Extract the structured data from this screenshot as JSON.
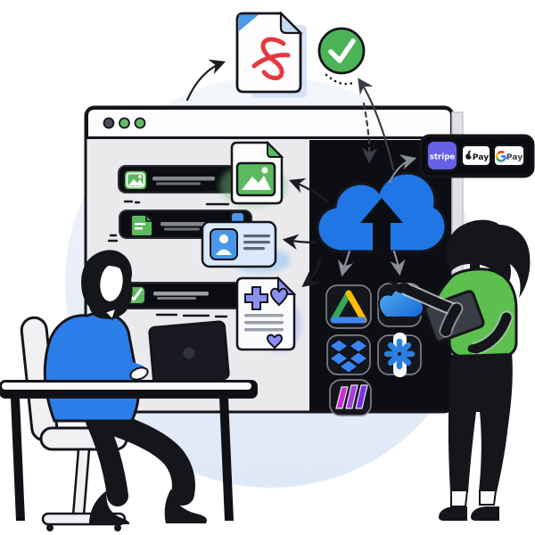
{
  "scene": {
    "background_circle_color": "#e8eef9",
    "window": {
      "traffic_light_colors": [
        "#4a4e59",
        "#64b868",
        "#64b868"
      ],
      "rows": [
        {
          "icon": "image-icon",
          "color": "#5cb95f"
        },
        {
          "icon": "document-icon",
          "color": "#5cb95f"
        },
        {
          "icon": "check-icon",
          "color": "#5cb95f"
        }
      ]
    },
    "documents": {
      "pdf_file": {
        "icon": "pdf-file-icon",
        "color": "#e5383f"
      },
      "image_file": {
        "icon": "image-file-icon",
        "color": "#5cb95f"
      },
      "id_card": {
        "icon": "id-card-icon",
        "color": "#4a97ea"
      },
      "medical_document": {
        "icon": "medical-document-icon",
        "color": "#8b8ff2"
      }
    },
    "upload": {
      "cloud_icon": "cloud-upload-icon",
      "cloud_color": "#2176e5",
      "success_icon": "check-circle-icon",
      "success_color": "#4cb456"
    },
    "integrations": [
      {
        "icon": "google-drive-icon"
      },
      {
        "icon": "onedrive-icon"
      },
      {
        "icon": "dropbox-icon"
      },
      {
        "icon": "snowflake-icon"
      },
      {
        "icon": "books-icon"
      }
    ],
    "payments": {
      "stripe": {
        "label": "stripe",
        "color": "#6760e6"
      },
      "apple_pay": {
        "label": "Pay"
      },
      "google_pay": {
        "label": "Pay"
      }
    },
    "people": [
      {
        "name": "man-at-laptop",
        "shirt_color": "#2b7de9"
      },
      {
        "name": "woman-with-tablet",
        "shirt_color": "#5dbf4e"
      }
    ]
  }
}
